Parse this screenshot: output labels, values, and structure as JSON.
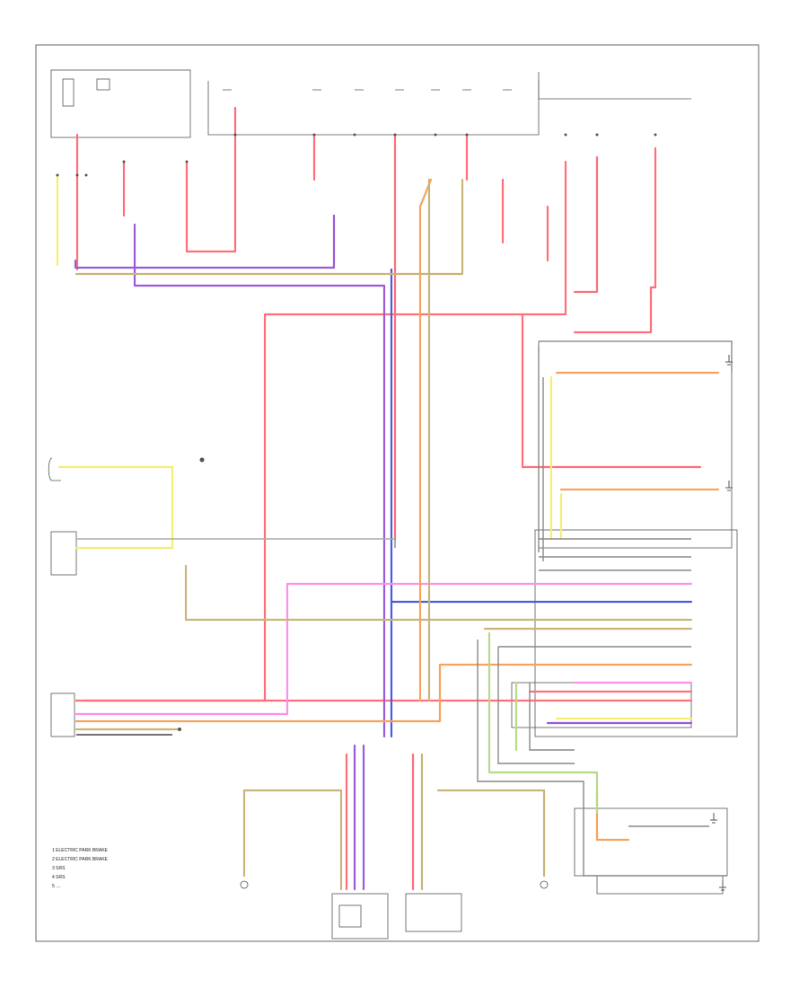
{
  "diagram": {
    "footer_code": "",
    "wire_colors": {
      "red": "#ff6f7a",
      "pink": "#ff8fe8",
      "purple": "#9b5bd9",
      "blue": "#4b5bd9",
      "orange": "#f7a35c",
      "yellow": "#f5ee72",
      "olive": "#c9b57a",
      "gray": "#888888",
      "green": "#b8d98a",
      "black": "#444444"
    },
    "legend": {
      "items": [
        "1   ELECTRIC PARK BRAKE",
        "2   ELECTRIC PARK BRAKE",
        "3   SRS",
        "4   SRS",
        "5   ...."
      ]
    },
    "components": {
      "left_sensor": "",
      "left_sensor_b": "",
      "left_module": "",
      "left_caliper_motor": "",
      "right_caliper_motor": "",
      "right_module": "",
      "bottom_left_sensor": "",
      "bottom_right_sensor": "",
      "right_block_a": "",
      "right_block_b": "",
      "right_block_c": ""
    }
  }
}
